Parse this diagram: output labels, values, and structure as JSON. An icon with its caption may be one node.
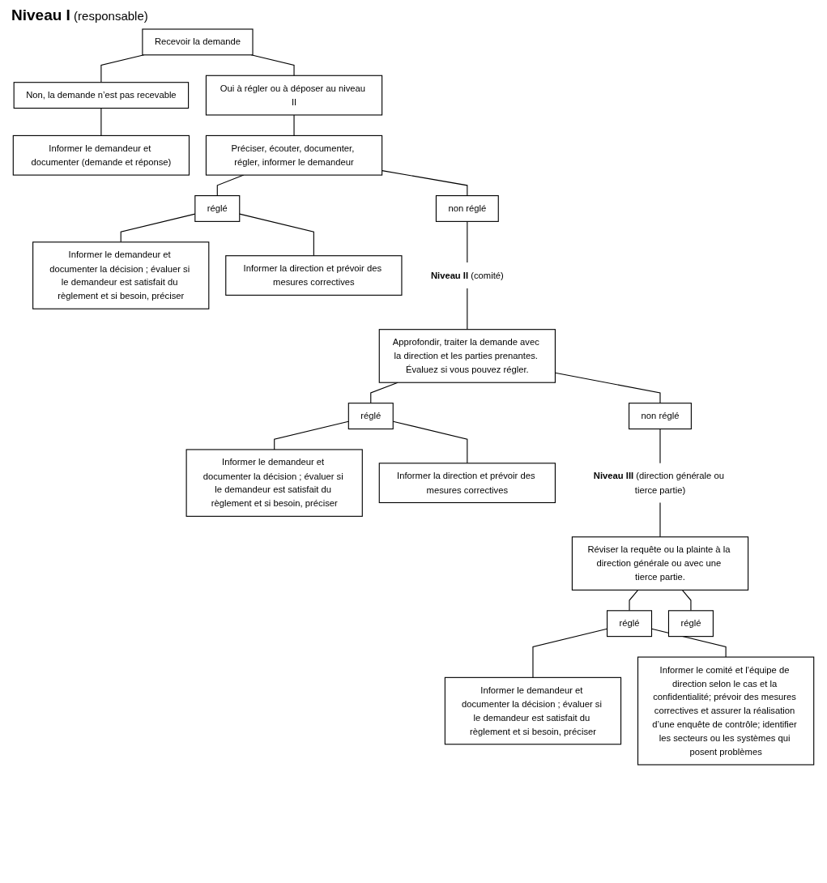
{
  "diagram": {
    "nodes": [
      {
        "text": [
          "Non, la demande n’est pas recevable"
        ]
      },
      {
        "text": [
          "Recevoir la demande"
        ]
      },
      {
        "text": [
          "Informer le demandeur et documenter (demande et réponse)"
        ]
      },
      {
        "text": [
          "Oui à régler ou à déposer au niveau II"
        ]
      },
      {
        "text": [
          "Préciser, écouter, documenter, régler, informer le demandeur"
        ]
      },
      {
        "text": [
          "réglé"
        ]
      },
      {
        "text": [
          "Informer le demandeur et documenter la décision ; évaluer si le demandeur est satisfait du règlement et si besoin, préciser"
        ]
      },
      {
        "text": [
          "Informer la direction et prévoir des mesures correctives"
        ]
      },
      {
        "text": [
          "non réglé"
        ]
      },
      {
        "text": [
          "**Niveau II** (comité)"
        ]
      },
      {
        "text": [
          "Approfondir, traiter la demande avec la direction et les parties prenantes. Évaluez si vous pouvez régler."
        ]
      },
      {
        "text": [
          "réglé"
        ]
      },
      {
        "text": [
          "Informer le demandeur et documenter la décision ; évaluer si le demandeur est satisfait du règlement et si besoin, préciser"
        ]
      },
      {
        "text": [
          "Informer la direction et prévoir des mesures correctives"
        ]
      },
      {
        "text": [
          "non réglé"
        ]
      },
      {
        "text": [
          "**Niveau III** (direction générale ou tierce partie)"
        ]
      },
      {
        "text": [
          "Réviser la requête ou la plainte à la direction générale ou avec une tierce partie."
        ]
      },
      {
        "text": [
          "réglé"
        ]
      },
      {
        "text": [
          "Informer le demandeur et documenter la décision ; évaluer si le demandeur est satisfait du règlement et si besoin, préciser"
        ]
      },
      {
        "text": [
          "Informer le comité et l’équipe de direction selon le cas et la confidentialité; prévoir des mesures correctives et assurer la réalisation d’une enquête de contrôle; identifier les secteurs ou les systèmes qui posent problèmes"
        ]
      },
      {
        "text": [
          "réglé"
        ]
      }
    ],
    "edges": [
      {
        "from": 1,
        "to": 0,
        "arrow": "none"
      },
      {
        "from": 0,
        "to": 2,
        "arrow": "none"
      },
      {
        "from": 1,
        "to": 3,
        "arrow": "none"
      },
      {
        "from": 3,
        "to": 4,
        "arrow": "none"
      },
      {
        "from": 4,
        "to": 5,
        "arrow": "none"
      },
      {
        "from": 5,
        "to": 6,
        "arrow": "none"
      },
      {
        "from": 5,
        "to": 7,
        "arrow": "none"
      },
      {
        "from": 4,
        "to": 8,
        "arrow": "none"
      },
      {
        "from": 8,
        "to": 9,
        "arrow": "none"
      },
      {
        "from": 9,
        "to": 10,
        "arrow": "none"
      },
      {
        "from": 10,
        "to": 11,
        "arrow": "none"
      },
      {
        "from": 11,
        "to": 12,
        "arrow": "none"
      },
      {
        "from": 11,
        "to": 13,
        "arrow": "none"
      },
      {
        "from": 10,
        "to": 14,
        "arrow": "none"
      },
      {
        "from": 14,
        "to": 15,
        "arrow": "none"
      },
      {
        "from": 15,
        "to": 16,
        "arrow": "none"
      },
      {
        "from": 16,
        "to": 17,
        "arrow": "none"
      },
      {
        "from": 17,
        "to": 18,
        "arrow": "none"
      },
      {
        "from": 17,
        "to": 19,
        "arrow": "none"
      },
      {
        "from": 16,
        "to": 20,
        "arrow": "none"
      }
    ],
    "labels": [
      "**Niveau I** (responsable)"
    ]
  }
}
